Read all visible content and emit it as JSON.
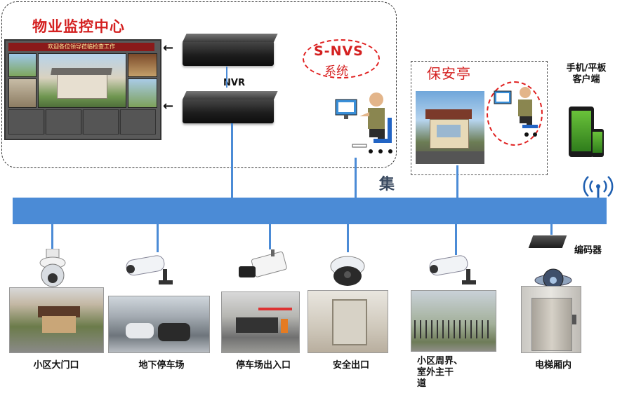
{
  "monitor_center": {
    "title": "物业监控中心",
    "wall_banner": "欢迎各位领导莅临检查工作",
    "nvr_label": "NVR"
  },
  "snvs": {
    "line1": "S-NVS",
    "line2": "系统"
  },
  "guard_booth": {
    "title": "保安亭"
  },
  "client": {
    "label": "手机/平板\n客户端"
  },
  "switch_label": "集",
  "encoder": {
    "label": "编码器"
  },
  "endpoints": [
    {
      "label": "小区大门口",
      "camera": "dome-ptz-camera"
    },
    {
      "label": "地下停车场",
      "camera": "bullet-camera"
    },
    {
      "label": "停车场出入口",
      "camera": "box-camera"
    },
    {
      "label": "安全出口",
      "camera": "dome-camera"
    },
    {
      "label": "小区周界、\n室外主干\n道",
      "camera": "bullet-camera"
    },
    {
      "label": "电梯厢内",
      "camera": "elevator-dome-camera"
    }
  ],
  "colors": {
    "bus": "#4b8bd6",
    "title_red": "#d42020"
  },
  "icons": [
    "arrow-left-icon",
    "wifi-icon",
    "monitor-icon",
    "person-icon",
    "chair-icon"
  ]
}
